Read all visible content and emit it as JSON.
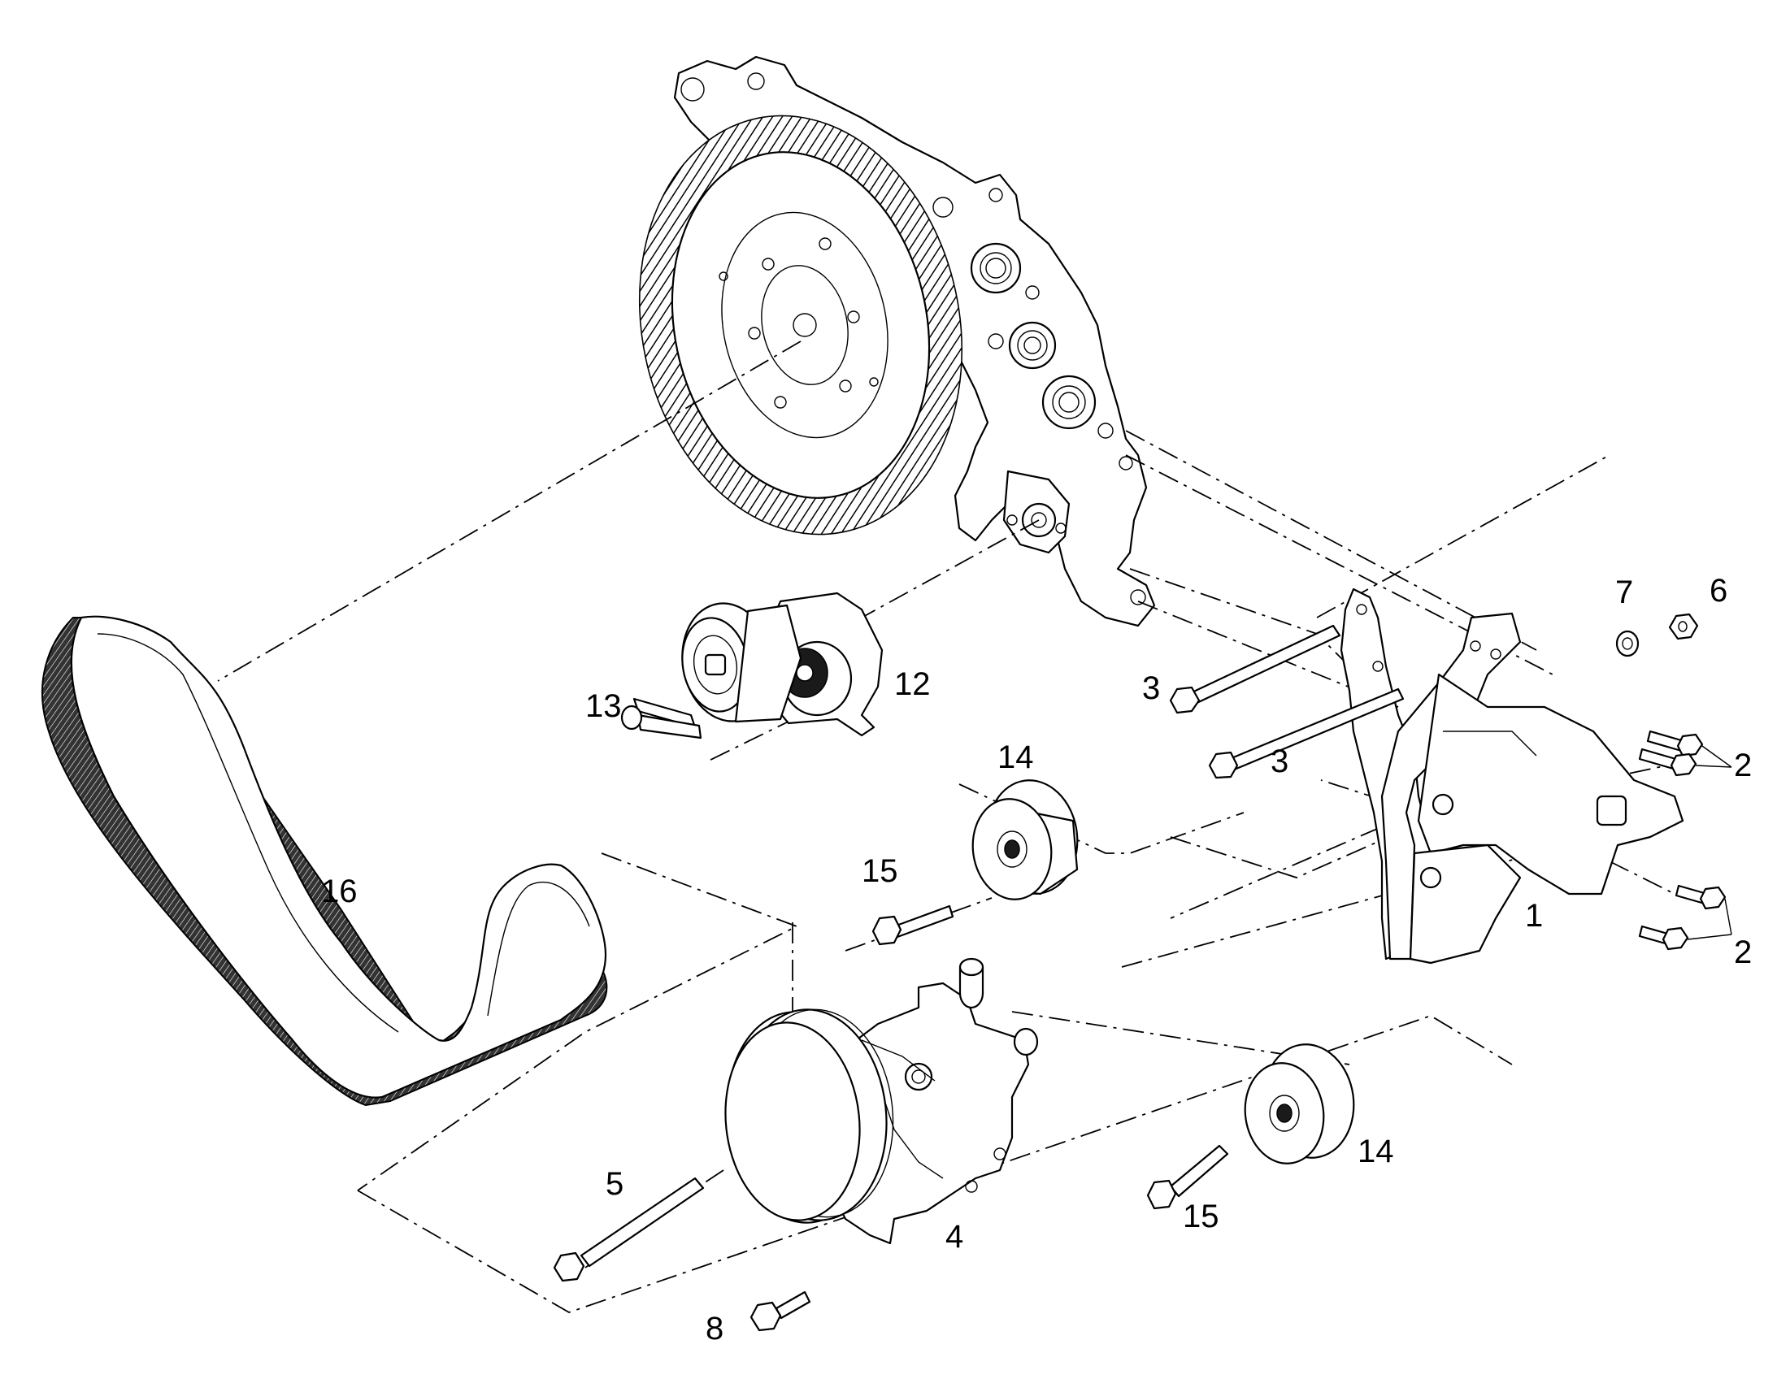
{
  "colors": {
    "line": "#000000",
    "background": "#ffffff"
  },
  "callouts": {
    "c1": "1",
    "c2a": "2",
    "c2b": "2",
    "c3a": "3",
    "c3b": "3",
    "c4": "4",
    "c5": "5",
    "c6": "6",
    "c7": "7",
    "c8": "8",
    "c12": "12",
    "c13": "13",
    "c14a": "14",
    "c14b": "14",
    "c15a": "15",
    "c15b": "15",
    "c16": "16"
  }
}
